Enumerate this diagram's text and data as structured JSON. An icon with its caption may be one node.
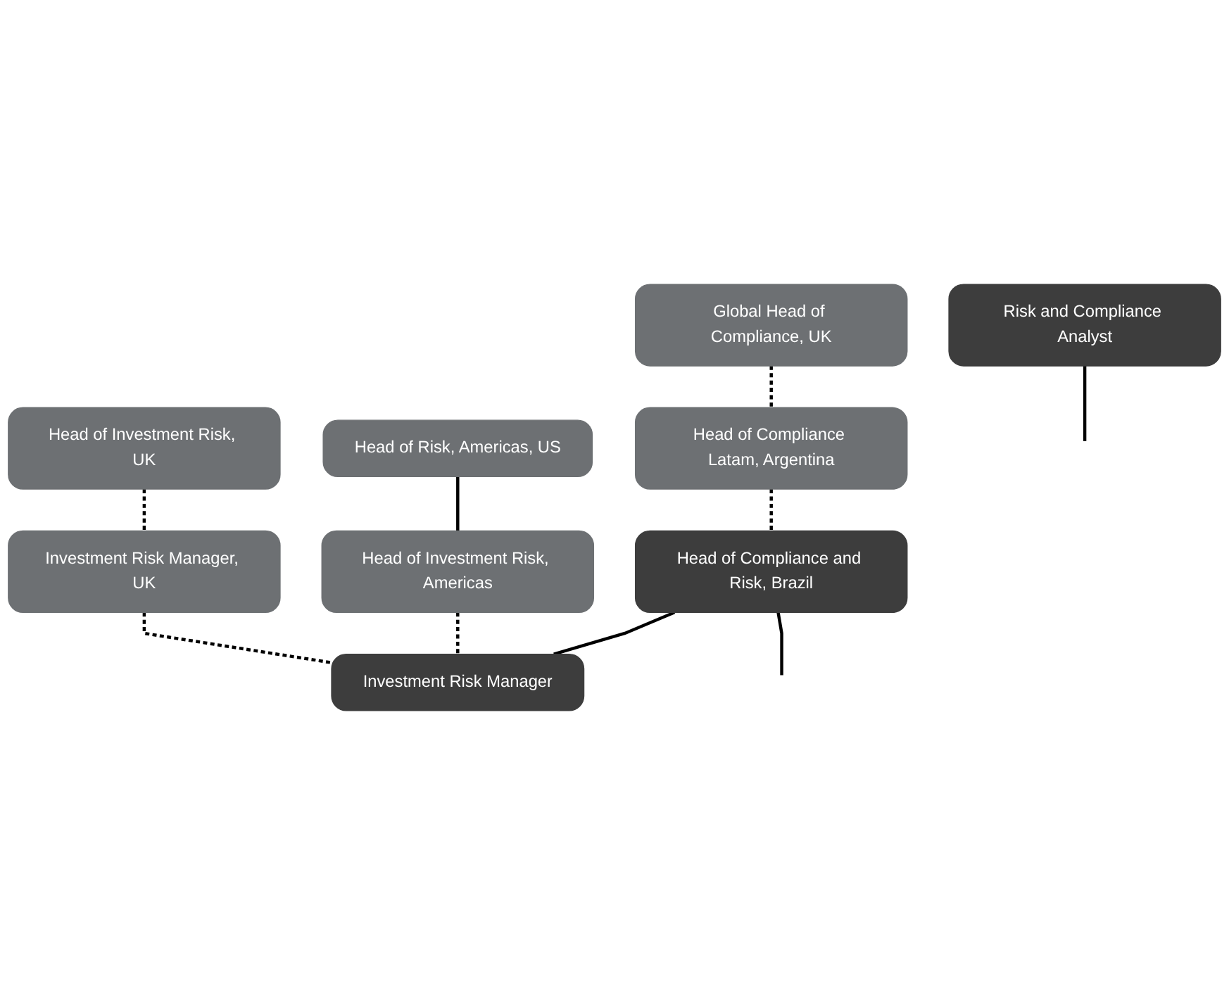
{
  "diagram": {
    "nodes": [
      {
        "text": [
          "Head of Investment Risk, UK"
        ]
      },
      {
        "text": [
          "Investment Risk Manager, UK"
        ]
      },
      {
        "text": [
          "Head of Risk, Americas, US"
        ]
      },
      {
        "text": [
          "Head of Investment Risk, Americas"
        ]
      },
      {
        "text": [
          "Global Head of Compliance, UK"
        ]
      },
      {
        "text": [
          "Head of Compliance Latam, Argentina"
        ]
      },
      {
        "text": [
          "Head of Compliance and Risk, Brazil"
        ]
      },
      {
        "text": [
          "Investment Risk Manager"
        ]
      },
      {
        "text": [
          "Risk and Compliance Analyst"
        ]
      }
    ],
    "edges": [
      {
        "from": 0,
        "to": 1,
        "arrow": "none",
        "style": "dashed"
      },
      {
        "from": 2,
        "to": 3,
        "arrow": "none"
      },
      {
        "from": 4,
        "to": 5,
        "arrow": "none",
        "style": "dashed"
      },
      {
        "from": 5,
        "to": 6,
        "arrow": "none",
        "style": "dashed"
      },
      {
        "from": 6,
        "to": 7,
        "arrow": "none"
      },
      {
        "from": 1,
        "to": 7,
        "arrow": "none",
        "style": "dashed"
      },
      {
        "from": 3,
        "to": 7,
        "arrow": "none",
        "style": "dashed"
      },
      {
        "from": 6,
        "to": null,
        "arrow": "none"
      },
      {
        "from": 8,
        "to": null,
        "arrow": "none"
      }
    ]
  }
}
